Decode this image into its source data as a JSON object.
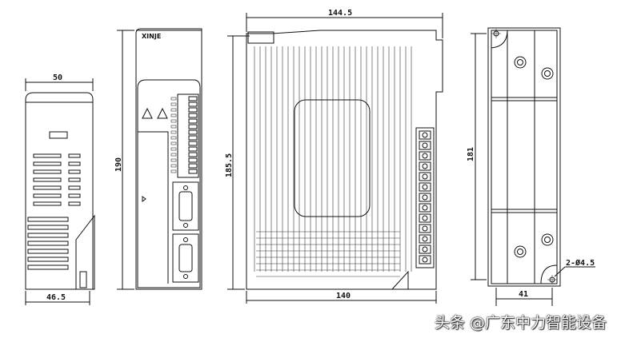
{
  "drawing": {
    "side_view": {
      "width_top": "50",
      "width_bottom": "46.5"
    },
    "front_view": {
      "height": "190",
      "logo": "XINJE"
    },
    "main_side_view": {
      "top_length": "144.5",
      "height": "185.5",
      "bottom_length": "140"
    },
    "back_view": {
      "height": "181",
      "width": "41",
      "hole_note": "2-Ø4.5"
    }
  },
  "watermark": "头条 @广东中力智能设备"
}
